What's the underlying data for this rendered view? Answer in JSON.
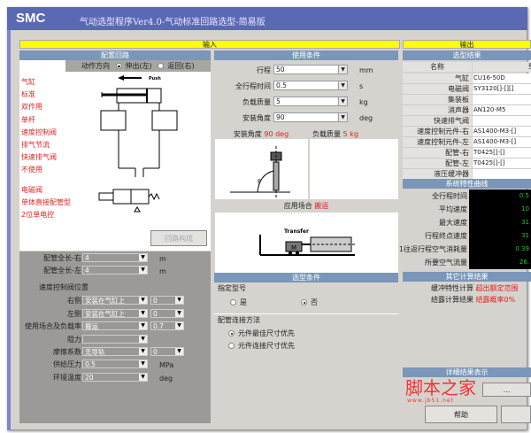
{
  "app": {
    "logo": "SMC",
    "title": "气动选型程序Ver4.0-气动标准回路选型-简易版"
  },
  "input_label": "输入",
  "output_label": "输出",
  "circuit": {
    "header": "配置回路",
    "direction_label": "动作方向",
    "dir_options": [
      "伸出(左)",
      "返回(右)"
    ],
    "dir_selected": 0,
    "push_label": "Push",
    "legend": [
      "气缸",
      "标准",
      "双作用",
      "单杆",
      "速度控制阀",
      "排气节流",
      "快速排气阀",
      "不使用",
      "电磁阀",
      "单体直接配管型",
      "2位单电控"
    ],
    "button": "回路构成"
  },
  "lower": {
    "pipe_right": {
      "label": "配管全长-右",
      "value": "4",
      "unit": "m"
    },
    "pipe_left": {
      "label": "配管全长-左",
      "value": "4",
      "unit": "m"
    },
    "speed_pos_label": "速度控制阀位置",
    "right": {
      "label": "右侧",
      "value": "安装在气缸上",
      "value2": "0"
    },
    "left": {
      "label": "左侧",
      "value": "安装在气缸上",
      "value2": "0"
    },
    "usage": {
      "label": "使用场合及负载率",
      "value": "搬运",
      "value2": "0.7"
    },
    "resist": {
      "label": "阻力",
      "value": ""
    },
    "friction": {
      "label": "摩擦系数",
      "value": "无导轨",
      "value2": "0"
    },
    "pressure": {
      "label": "供给压力",
      "value": "0.5",
      "unit": "MPa"
    },
    "temp": {
      "label": "环境温度",
      "value": "20",
      "unit": "deg"
    }
  },
  "conditions": {
    "header": "使用条件",
    "fields": [
      {
        "label": "行程",
        "value": "50",
        "unit": "mm"
      },
      {
        "label": "全行程时间",
        "value": "0.5",
        "unit": "s"
      },
      {
        "label": "负载质量",
        "value": "5",
        "unit": "kg"
      },
      {
        "label": "安装角度",
        "value": "90",
        "unit": "deg"
      }
    ],
    "angle_label": "安装角度",
    "angle_value": "90 deg",
    "mass_label": "负载质量",
    "mass_value": "5 kg",
    "theta": "θ",
    "app_label": "应用场合",
    "app_value": "搬运",
    "transfer": "Transfer",
    "m": "M"
  },
  "selection": {
    "header": "选型条件",
    "model_label": "指定型号",
    "model_options": [
      "是",
      "否"
    ],
    "model_selected": 1,
    "pipe_label": "配管连接方法",
    "pipe_options": [
      "元件最佳尺寸优先",
      "元件连接尺寸优先"
    ],
    "pipe_selected": 0
  },
  "result": {
    "header": "选型结果",
    "col_name": "名称",
    "col_model": "型",
    "rows": [
      [
        "气缸",
        "CU16-50D"
      ],
      [
        "电磁阀",
        "SY3120[]-[][]"
      ],
      [
        "集装板",
        ""
      ],
      [
        "消声器",
        "AN120-M5"
      ],
      [
        "快速排气阀",
        ""
      ],
      [
        "速度控制元件-右",
        "AS1400-M3-[]"
      ],
      [
        "速度控制元件-左",
        "AS1400-M3-[]"
      ],
      [
        "配管-右",
        "T0425[]-[]"
      ],
      [
        "配管-左",
        "T0425[]-[]"
      ],
      [
        "液压缓冲器",
        ""
      ]
    ]
  },
  "curve": {
    "header": "系统特性曲线",
    "rows": [
      [
        "全行程时间",
        "0.5"
      ],
      [
        "平均速度",
        "10"
      ],
      [
        "最大速度",
        "31"
      ],
      [
        "行程终点速度",
        "31"
      ],
      [
        "1往返行程空气消耗量",
        "0.39"
      ],
      [
        "所要空气流量",
        "26."
      ]
    ]
  },
  "other": {
    "header": "其它计算结果",
    "rows": [
      [
        "缓冲特性计算",
        "超出额定范围"
      ],
      [
        "结露计算结果",
        "结露概率0%"
      ]
    ]
  },
  "detail": {
    "header": "详细结果表示",
    "button": "..."
  },
  "help_button": "帮助",
  "watermark": {
    "text": "脚本之家",
    "url": "www.jb51.net"
  }
}
